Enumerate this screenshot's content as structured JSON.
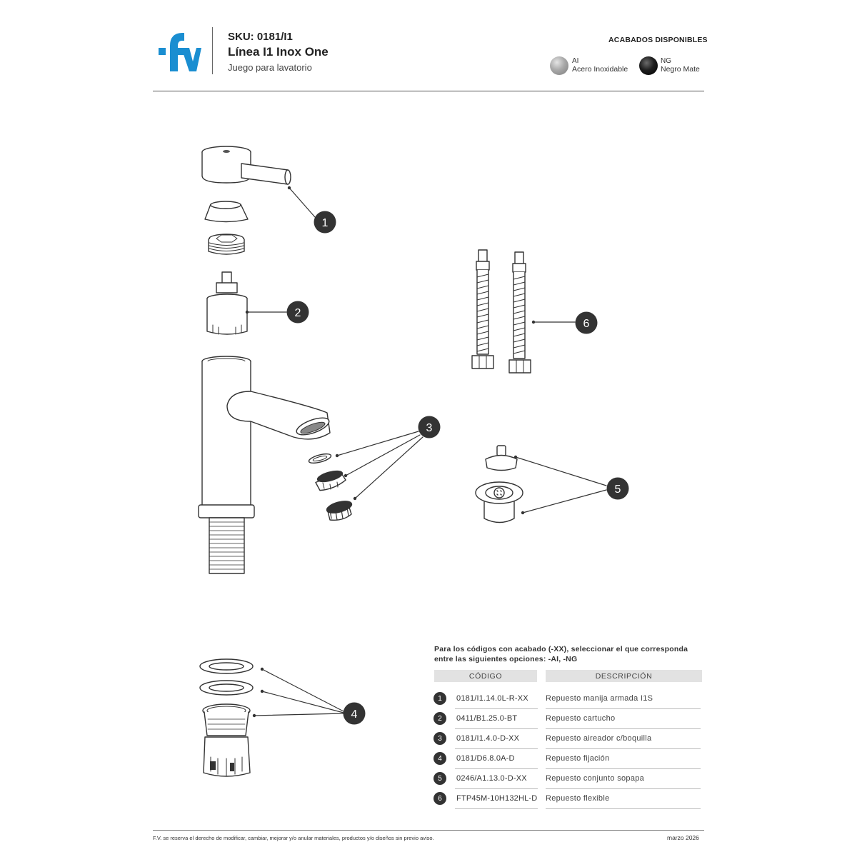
{
  "brand": {
    "logo_text": "fv",
    "color": "#1a8ed1"
  },
  "header": {
    "sku": "SKU: 0181/I1",
    "line": "Línea I1 Inox One",
    "subtitle": "Juego para lavatorio"
  },
  "finishes": {
    "title": "ACABADOS DISPONIBLES",
    "items": [
      {
        "code": "AI",
        "name": "Acero Inoxidable",
        "color": "#a0a0a0"
      },
      {
        "code": "NG",
        "name": "Negro Mate",
        "color": "#111111"
      }
    ]
  },
  "callouts": [
    "1",
    "2",
    "3",
    "4",
    "5",
    "6"
  ],
  "note": "Para los códigos con acabado (-XX), seleccionar el que corresponda entre las siguientes opciones: -AI, -NG",
  "table": {
    "headers": {
      "code": "CÓDIGO",
      "description": "DESCRIPCIÓN"
    },
    "rows": [
      {
        "num": "1",
        "code": "0181/I1.14.0L-R-XX",
        "description": "Repuesto manija armada I1S"
      },
      {
        "num": "2",
        "code": "0411/B1.25.0-BT",
        "description": "Repuesto cartucho"
      },
      {
        "num": "3",
        "code": "0181/I1.4.0-D-XX",
        "description": "Repuesto aireador c/boquilla"
      },
      {
        "num": "4",
        "code": "0181/D6.8.0A-D",
        "description": "Repuesto fijación"
      },
      {
        "num": "5",
        "code": "0246/A1.13.0-D-XX",
        "description": "Repuesto conjunto sopapa"
      },
      {
        "num": "6",
        "code": "FTP45M-10H132HL-D",
        "description": "Repuesto flexible"
      }
    ]
  },
  "footer": {
    "disclaimer": "F.V. se reserva el derecho de modificar, cambiar, mejorar y/o anular materiales, productos y/o diseños sin previo aviso.",
    "date": "marzo 2026"
  }
}
